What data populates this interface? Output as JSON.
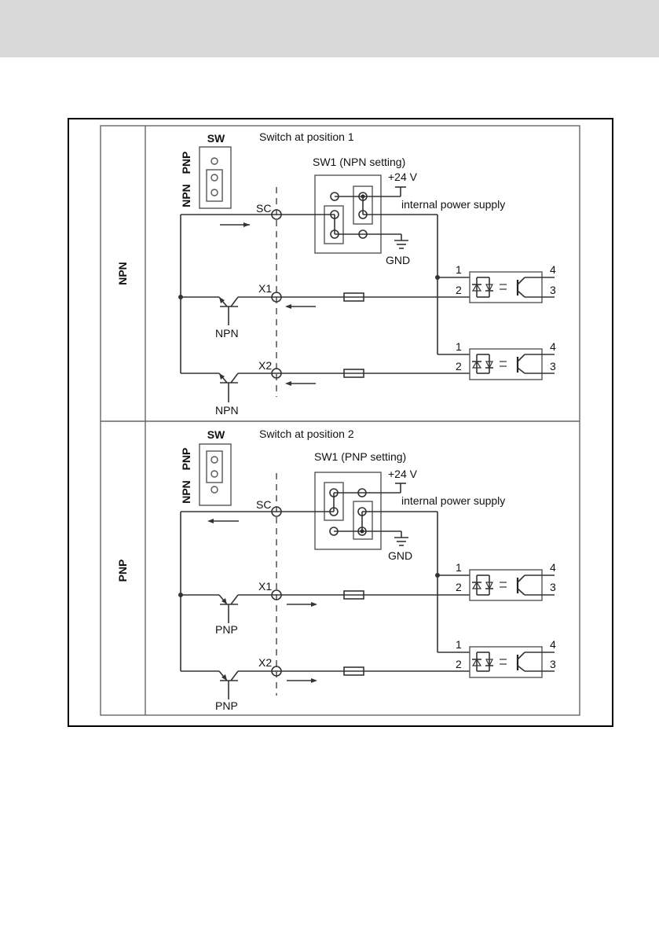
{
  "page": {
    "header_band": ""
  },
  "sections": [
    {
      "row_label": "NPN",
      "switch_label": "SW",
      "switch_pos_labels": {
        "top": "PNP",
        "bottom": "NPN"
      },
      "switch_caption": "Switch at position 1",
      "sw1_caption": "SW1 (NPN setting)",
      "supply_voltage": "+24 V",
      "supply_caption": "internal power supply",
      "gnd_label": "GND",
      "sc_label": "SC",
      "inputs": [
        {
          "terminal": "X1",
          "transistor": "NPN",
          "current_direction": "left"
        },
        {
          "terminal": "X2",
          "transistor": "NPN",
          "current_direction": "left"
        }
      ],
      "sc_current_direction": "right",
      "optocoupler_pins": {
        "p1": "1",
        "p2": "2",
        "p3": "3",
        "p4": "4"
      }
    },
    {
      "row_label": "PNP",
      "switch_label": "SW",
      "switch_pos_labels": {
        "top": "PNP",
        "bottom": "NPN"
      },
      "switch_caption": "Switch at position 2",
      "sw1_caption": "SW1 (PNP setting)",
      "supply_voltage": "+24 V",
      "supply_caption": "internal power supply",
      "gnd_label": "GND",
      "sc_label": "SC",
      "inputs": [
        {
          "terminal": "X1",
          "transistor": "PNP",
          "current_direction": "right"
        },
        {
          "terminal": "X2",
          "transistor": "PNP",
          "current_direction": "right"
        }
      ],
      "sc_current_direction": "left",
      "optocoupler_pins": {
        "p1": "1",
        "p2": "2",
        "p3": "3",
        "p4": "4"
      }
    }
  ]
}
